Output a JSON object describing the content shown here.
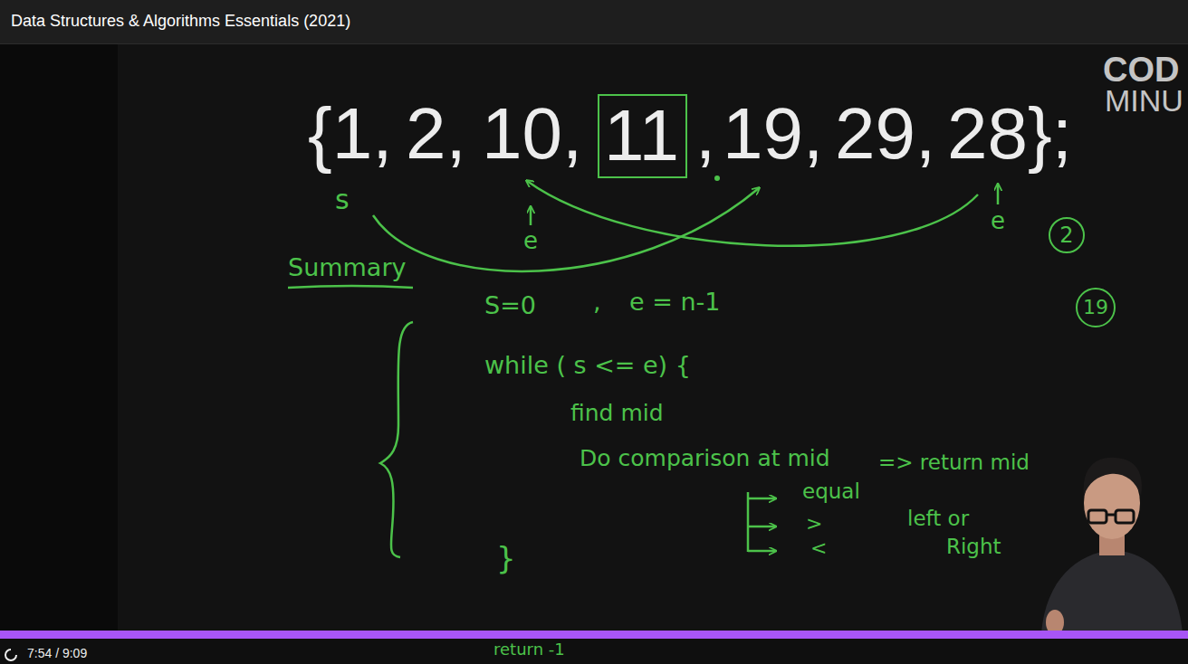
{
  "diagram": {
    "title": "Data Structures & Algorithms Essentials (2021)",
    "nodes": [
      {
        "text": [
          "11"
        ]
      },
      {
        "text": [
          "2"
        ]
      },
      {
        "text": [
          "19"
        ]
      }
    ],
    "labels": [
      "COD",
      "MINU",
      "{1,",
      "2,",
      "10,",
      ",",
      "19,",
      "29,",
      "28};",
      "s",
      "e",
      "e",
      "Summary",
      "S=0",
      ",",
      "e = n-1",
      "while ( s <= e) {",
      "find mid",
      "Do comparison at mid",
      "equal",
      "=> return mid",
      ">",
      "<",
      "left or",
      "Right",
      "}",
      "return -1",
      "7:54 / 9:09"
    ]
  }
}
